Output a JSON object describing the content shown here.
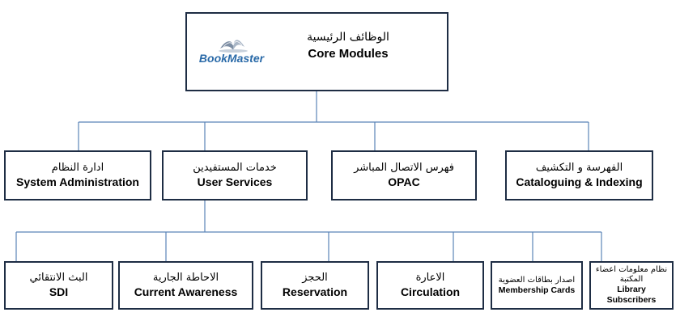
{
  "root": {
    "arabic": "الوظائف الرئيسية",
    "english": "Core Modules",
    "logo_text": "BookMaster",
    "logo_icon": "book-icon"
  },
  "level1": [
    {
      "arabic": "ادارة النظام",
      "english": "System Administration"
    },
    {
      "arabic": "خدمات المستفيدين",
      "english": "User Services"
    },
    {
      "arabic": "فهرس الاتصال المباشر",
      "english": "OPAC"
    },
    {
      "arabic": "الفهرسة و التكشيف",
      "english": "Cataloguing  & Indexing"
    }
  ],
  "level2": [
    {
      "arabic": "البث الانتقائي",
      "english": "SDI"
    },
    {
      "arabic": "الاحاطة الجارية",
      "english": "Current Awareness"
    },
    {
      "arabic": "الحجز",
      "english": "Reservation"
    },
    {
      "arabic": "الاعارة",
      "english": "Circulation"
    },
    {
      "arabic": "اصدار بطاقات العضوية",
      "english": "Membership Cards"
    },
    {
      "arabic": "نظام معلومات اعضاء المكتبة",
      "english": "Library Subscribers"
    }
  ],
  "colors": {
    "box_border": "#1e2d44",
    "connector": "#5b84b8",
    "logo": "#2a6aa8"
  }
}
